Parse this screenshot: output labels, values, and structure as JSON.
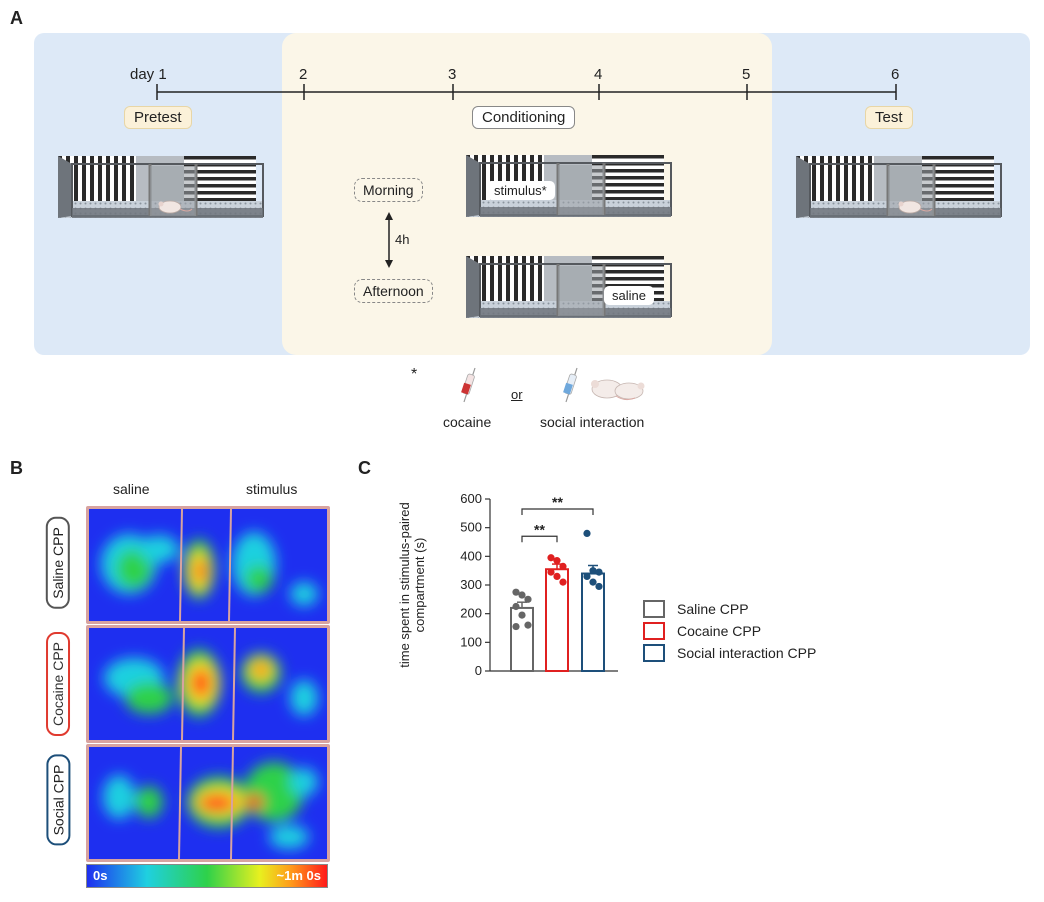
{
  "panels": {
    "a": "A",
    "b": "B",
    "c": "C"
  },
  "timeline": {
    "days": [
      "day 1",
      "2",
      "3",
      "4",
      "5",
      "6"
    ],
    "phases": {
      "pretest": "Pretest",
      "conditioning": "Conditioning",
      "test": "Test"
    }
  },
  "conditioning": {
    "morning": "Morning",
    "afternoon": "Afternoon",
    "interval": "4h",
    "stimulus_box": "stimulus*",
    "saline_box": "saline"
  },
  "stimulus_note": {
    "asterisk": "*",
    "cocaine": "cocaine",
    "or": "or",
    "social": "social interaction"
  },
  "heatmaps": {
    "col_saline": "saline",
    "col_stimulus": "stimulus",
    "rows": [
      {
        "label": "Saline CPP",
        "color": "#555555"
      },
      {
        "label": "Cocaine CPP",
        "color": "#e03a2f"
      },
      {
        "label": "Social CPP",
        "color": "#1d4f7a"
      }
    ],
    "scale_min": "0s",
    "scale_max": "~1m 0s"
  },
  "chart_data": {
    "type": "bar",
    "ylabel": "time spent in stimulus-paired compartment (s)",
    "ylim": [
      0,
      600
    ],
    "yticks": [
      0,
      100,
      200,
      300,
      400,
      500,
      600
    ],
    "categories": [
      "Saline CPP",
      "Cocaine CPP",
      "Social interaction CPP"
    ],
    "colors": [
      "#666666",
      "#e02020",
      "#1d4f7a"
    ],
    "values": [
      220,
      355,
      340
    ],
    "sem": [
      20,
      18,
      28
    ],
    "points": [
      [
        275,
        265,
        250,
        225,
        195,
        160,
        155
      ],
      [
        395,
        385,
        365,
        345,
        330,
        310
      ],
      [
        480,
        350,
        345,
        330,
        310,
        295
      ]
    ],
    "significance": [
      {
        "from": 0,
        "to": 1,
        "label": "**"
      },
      {
        "from": 0,
        "to": 2,
        "label": "**"
      }
    ],
    "legend": [
      "Saline CPP",
      "Cocaine CPP",
      "Social interaction CPP"
    ]
  }
}
